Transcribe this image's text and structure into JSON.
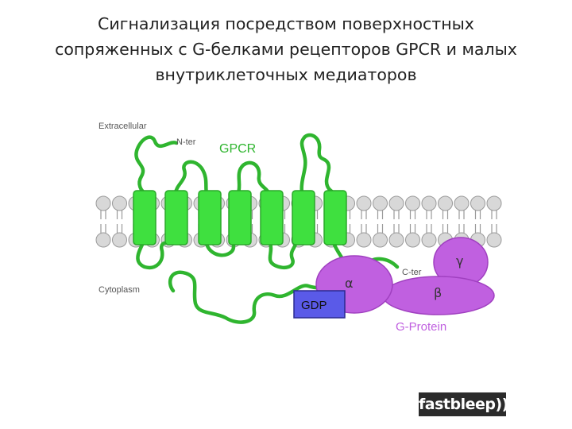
{
  "title": {
    "line1": "Сигнализация посредством поверхностных",
    "line2": "сопряженных с G-белками рецепторов GPCR и малых",
    "line3": "внутриклеточных медиаторов"
  },
  "diagram": {
    "extracellular": "Extracellular",
    "cytoplasm": "Cytoplasm",
    "n_ter": "N-ter",
    "gpcr": "GPCR",
    "c_ter": "C-ter",
    "alpha": "α",
    "beta": "β",
    "gamma": "γ",
    "gdp": "GDP",
    "g_protein": "G-Protein"
  },
  "colors": {
    "receptor": "#3fe03f",
    "loop": "#2fb52f",
    "gprotein": "#c060e0",
    "gdp": "#5a5ae8",
    "lipid": "#d8d8d8"
  },
  "logo": "fastbleep))"
}
